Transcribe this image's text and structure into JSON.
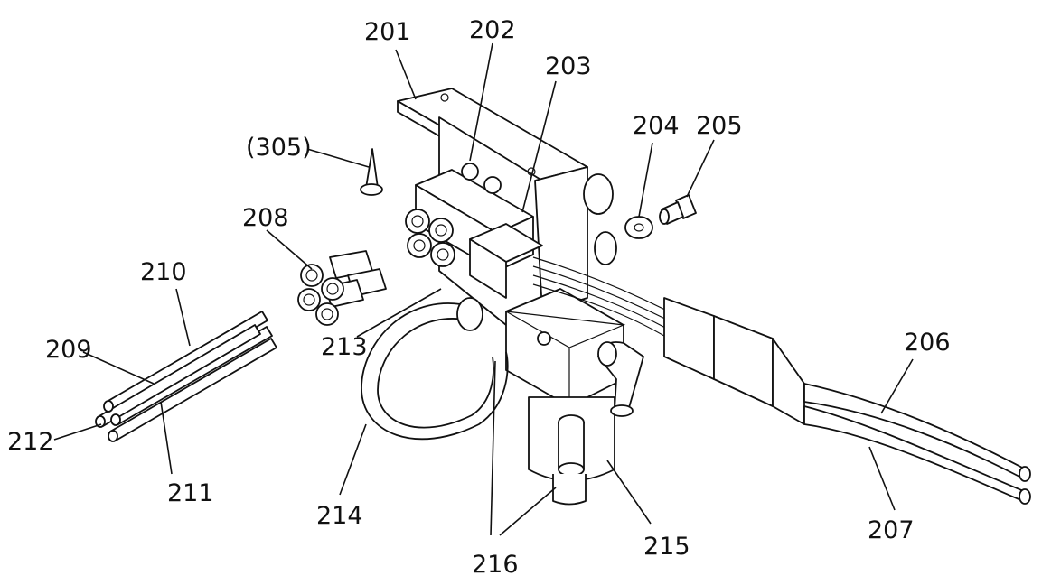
{
  "labels": {
    "l201": "201",
    "l202": "202",
    "l203": "203",
    "l204": "204",
    "l205": "205",
    "l206": "206",
    "l207": "207",
    "l208": "208",
    "l209": "209",
    "l210": "210",
    "l211": "211",
    "l212": "212",
    "l213": "213",
    "l214": "214",
    "l215": "215",
    "l216": "216",
    "l305": "(305)"
  }
}
